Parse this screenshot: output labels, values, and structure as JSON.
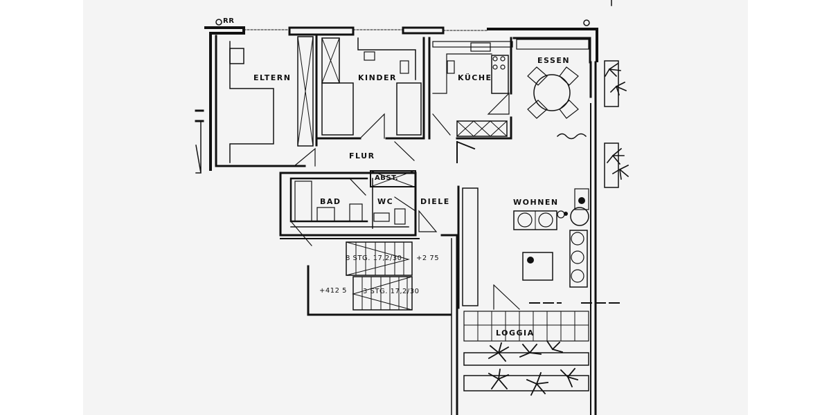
{
  "plan": {
    "top_marker": "RR",
    "rooms": {
      "eltern": "ELTERN",
      "kinder": "KINDER",
      "kueche": "KÜCHE",
      "essen": "ESSEN",
      "flur": "FLUR",
      "abst": "ABST.",
      "bad": "BAD",
      "wc": "WC",
      "diele": "DIELE",
      "wohnen": "WOHNEN",
      "loggia": "LOGGIA"
    },
    "stairs": {
      "upper": "8 STG. 17,2/30",
      "lower": "3 STG. 17,2/30"
    },
    "levels": {
      "diele": "+2 75",
      "landing": "+412 5"
    }
  }
}
